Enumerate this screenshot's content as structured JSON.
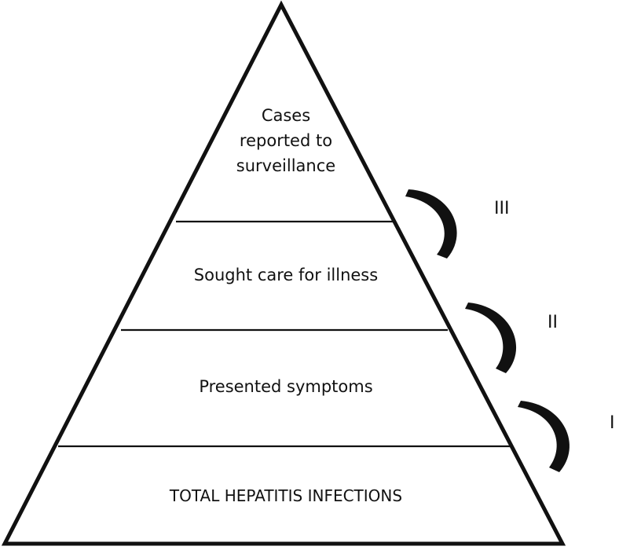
{
  "diagram": {
    "tiers": {
      "top": {
        "lines": [
          "Cases",
          "reported to",
          "surveillance"
        ]
      },
      "second": {
        "label": "Sought care for illness"
      },
      "third": {
        "label": "Presented symptoms"
      },
      "base": {
        "label": "TOTAL HEPATITIS INFECTIONS"
      }
    },
    "stages": {
      "upper": "III",
      "middle": "II",
      "lower": "I"
    },
    "colors": {
      "stroke": "#111111",
      "background": "#ffffff"
    }
  }
}
